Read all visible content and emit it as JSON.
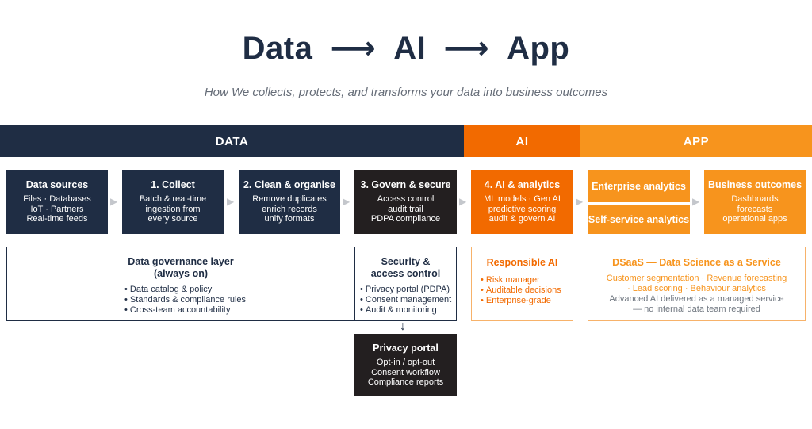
{
  "header": {
    "title_words": [
      "Data",
      "AI",
      "App"
    ],
    "title_arrow": "⟶",
    "subtitle": "How We collects, protects, and transforms your data into business outcomes"
  },
  "bands": {
    "data": "DATA",
    "ai": "AI",
    "app": "APP"
  },
  "steps": [
    {
      "title": "Data sources",
      "lines": [
        "Files · Databases",
        "IoT · Partners",
        "Real-time feeds"
      ]
    },
    {
      "title": "1. Collect",
      "lines": [
        "Batch & real-time",
        "ingestion from",
        "every source"
      ]
    },
    {
      "title": "2. Clean & organise",
      "lines": [
        "Remove duplicates",
        "enrich records",
        "unify formats"
      ]
    },
    {
      "title": "3. Govern & secure",
      "lines": [
        "Access control",
        "audit trail",
        "PDPA compliance"
      ]
    },
    {
      "title": "4. AI & analytics",
      "lines": [
        "ML models · Gen AI",
        "predictive scoring",
        "audit & govern AI"
      ]
    },
    {
      "title": "Enterprise analytics"
    },
    {
      "title": "Self-service analytics"
    },
    {
      "title": "Business outcomes",
      "lines": [
        "Dashboards",
        "forecasts",
        "operational apps"
      ]
    }
  ],
  "chevron": "▶",
  "governance": {
    "title_line1": "Data governance layer",
    "title_line2": "(always on)",
    "items": [
      "Data catalog & policy",
      "Standards & compliance rules",
      "Cross-team accountability"
    ]
  },
  "security": {
    "title_line1": "Security &",
    "title_line2": "access control",
    "items": [
      "Privacy portal (PDPA)",
      "Consent management",
      "Audit & monitoring"
    ]
  },
  "down_arrow": "↓",
  "privacy": {
    "title": "Privacy portal",
    "lines": [
      "Opt-in / opt-out",
      "Consent workflow",
      "Compliance reports"
    ]
  },
  "responsible_ai": {
    "title": "Responsible AI",
    "items": [
      "Risk manager",
      "Auditable decisions",
      "Enterprise-grade"
    ]
  },
  "dsaas": {
    "title": "DSaaS — Data Science as a Service",
    "line1": "Customer segmentation  ·  Revenue forecasting",
    "line2": "·  Lead scoring  ·  Behaviour analytics",
    "line3": "Advanced AI delivered as a managed service",
    "line4": "— no internal data team required"
  },
  "colors": {
    "navy": "#1f2d44",
    "black": "#231f20",
    "orange": "#f26a00",
    "amber": "#f7941d",
    "grey_text": "#666d78"
  }
}
